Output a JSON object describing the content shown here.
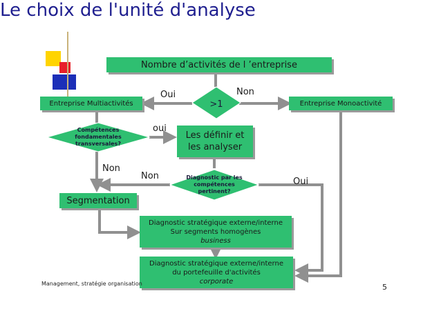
{
  "slide": {
    "title": "Le choix de l'unité d'analyse",
    "footer": "Management, stratégie organisation",
    "page_number": "5"
  },
  "diagram": {
    "top_box": "Nombre d’activités de l ’entreprise",
    "decision_gt1": ">1",
    "multi": "Entreprise Multiactivités",
    "mono": "Entreprise Monoactivité",
    "competences": [
      "Compétences",
      "fondamentales",
      "transversales?"
    ],
    "definir": [
      "Les définir et",
      "les analyser"
    ],
    "diagnostic_question": [
      "Diagnostic par les",
      "compétences",
      "pertinent?"
    ],
    "segmentation": "Segmentation",
    "segments_box": {
      "line1": "Diagnostic stratégique externe/interne",
      "line2": "Sur segments homogènes",
      "line3": "business"
    },
    "portfolio_box": {
      "line1": "Diagnostic stratégique externe/interne",
      "line2": "du portefeuille d'activités",
      "line3": "corporate"
    },
    "labels": {
      "oui_top": "Oui",
      "non_top": "Non",
      "oui_comp": "oui",
      "non_comp": "Non",
      "non_diag": "Non",
      "oui_diag": "Oui"
    },
    "colors": {
      "box": "#2fbf71",
      "arrow": "#909090",
      "title": "#1f1f8f",
      "deco_yellow": "#ffd400",
      "deco_red": "#e8202a",
      "deco_blue": "#1c2fb8"
    }
  }
}
